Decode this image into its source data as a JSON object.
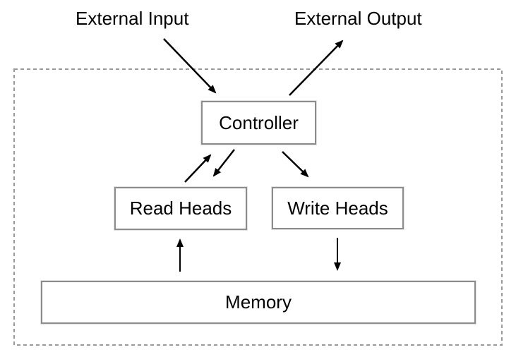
{
  "labels": {
    "external_input": "External Input",
    "external_output": "External Output"
  },
  "nodes": [
    {
      "id": "controller",
      "label": "Controller"
    },
    {
      "id": "read_heads",
      "label": "Read Heads"
    },
    {
      "id": "write_heads",
      "label": "Write Heads"
    },
    {
      "id": "memory",
      "label": "Memory"
    }
  ],
  "edges": [
    {
      "from": "external_input",
      "to": "controller"
    },
    {
      "from": "controller",
      "to": "external_output"
    },
    {
      "from": "read_heads",
      "to": "controller"
    },
    {
      "from": "controller",
      "to": "read_heads"
    },
    {
      "from": "controller",
      "to": "write_heads"
    },
    {
      "from": "memory",
      "to": "read_heads"
    },
    {
      "from": "write_heads",
      "to": "memory"
    }
  ],
  "colors": {
    "background": "#ffffff",
    "text": "#000000",
    "arrow": "#000000",
    "node_border": "#8c8c8c",
    "boundary_border": "#999999"
  }
}
